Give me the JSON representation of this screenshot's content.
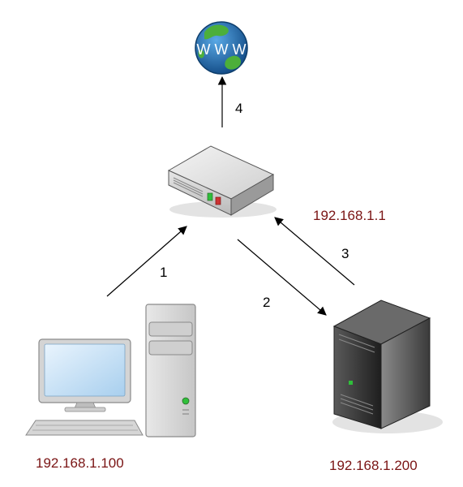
{
  "nodes": {
    "internet": {
      "icon": "globe-icon",
      "label": "W W W"
    },
    "router": {
      "icon": "router-icon",
      "ip": "192.168.1.1"
    },
    "workstation": {
      "icon": "desktop-computer-icon",
      "ip": "192.168.1.100"
    },
    "server": {
      "icon": "server-tower-icon",
      "ip": "192.168.1.200"
    }
  },
  "steps": [
    {
      "number": "1",
      "from": "workstation",
      "to": "router"
    },
    {
      "number": "2",
      "from": "router",
      "to": "server"
    },
    {
      "number": "3",
      "from": "server",
      "to": "router"
    },
    {
      "number": "4",
      "from": "router",
      "to": "internet"
    }
  ],
  "colors": {
    "ip_text": "#7a1414",
    "arrow": "#000000",
    "globe_ocean": "#1f6fb3",
    "globe_land": "#4caf3a",
    "led_green": "#2fbf3a",
    "led_red": "#cc3333"
  }
}
